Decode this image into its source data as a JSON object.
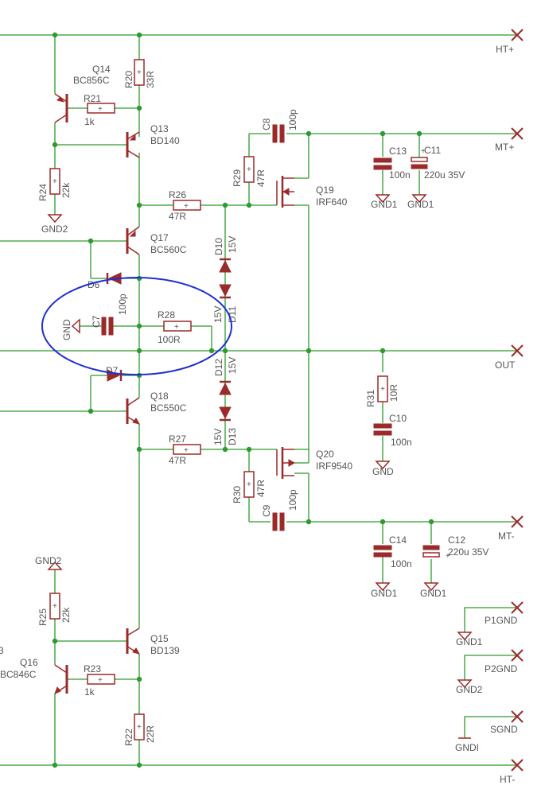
{
  "colors": {
    "wire": "#2e9b2e",
    "component": "#9b2a2a",
    "label": "#555555",
    "highlight": "#1f2fd1",
    "background": "#ffffff"
  },
  "connectors": {
    "ht_plus": "HT+",
    "mt_plus": "MT+",
    "out": "OUT",
    "mt_minus": "MT-",
    "ht_minus": "HT-",
    "p1gnd": "P1GND",
    "p2gnd": "P2GND",
    "sgnd": "SGND"
  },
  "transistors": {
    "q14": {
      "name": "Q14",
      "part": "BC856C"
    },
    "q13": {
      "name": "Q13",
      "part": "BD140"
    },
    "q17": {
      "name": "Q17",
      "part": "BC560C"
    },
    "q18": {
      "name": "Q18",
      "part": "BC550C"
    },
    "q15": {
      "name": "Q15",
      "part": "BD139"
    },
    "q16": {
      "name": "Q16",
      "part": "BC846C"
    },
    "q19": {
      "name": "Q19",
      "part": "IRF640"
    },
    "q20": {
      "name": "Q20",
      "part": "IRF9540"
    }
  },
  "resistors": {
    "r20": {
      "name": "R20",
      "value": "33R"
    },
    "r21": {
      "name": "R21",
      "value": "1k"
    },
    "r24": {
      "name": "R24",
      "value": "22k"
    },
    "r26": {
      "name": "R26",
      "value": "47R"
    },
    "r29": {
      "name": "R29",
      "value": "47R"
    },
    "r28": {
      "name": "R28",
      "value": "100R"
    },
    "r27": {
      "name": "R27",
      "value": "47R"
    },
    "r30": {
      "name": "R30",
      "value": "47R"
    },
    "r31": {
      "name": "R31",
      "value": "10R"
    },
    "r25": {
      "name": "R25",
      "value": "22k"
    },
    "r23": {
      "name": "R23",
      "value": "1k"
    },
    "r22": {
      "name": "R22",
      "value": "22R"
    }
  },
  "capacitors": {
    "c8": {
      "name": "C8",
      "value": "100p"
    },
    "c13": {
      "name": "C13",
      "value": "100n"
    },
    "c11": {
      "name": "C11",
      "value": "220u 35V"
    },
    "c7": {
      "name": "C7",
      "value": "100p"
    },
    "c10": {
      "name": "C10",
      "value": "100n"
    },
    "c9": {
      "name": "C9",
      "value": "100p"
    },
    "c14": {
      "name": "C14",
      "value": "100n"
    },
    "c12": {
      "name": "C12",
      "value": "220u 35V"
    }
  },
  "diodes": {
    "d6": {
      "name": "D6"
    },
    "d7": {
      "name": "D7"
    },
    "d10": {
      "name": "D10",
      "value": "15V"
    },
    "d11": {
      "name": "D11",
      "value": "15V"
    },
    "d12": {
      "name": "D12",
      "value": "15V"
    },
    "d13": {
      "name": "D13",
      "value": "15V"
    }
  },
  "grounds": {
    "gnd1": "GND1",
    "gnd2": "GND2",
    "gnd": "GND",
    "gndi": "GNDI"
  },
  "edge_fragments": {
    "q16_prefix": "3"
  }
}
